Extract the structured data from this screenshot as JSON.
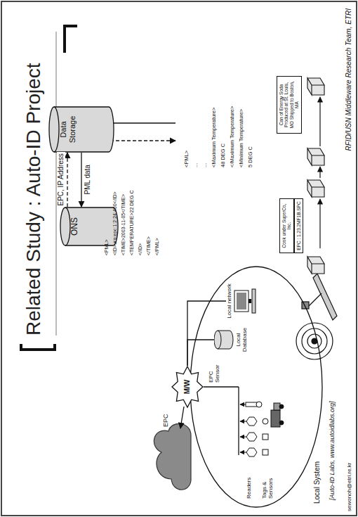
{
  "diagram": {
    "title": "Related Study : Auto-ID Project",
    "nodes": [
      {
        "text": [
          "ONS"
        ]
      },
      {
        "text": [
          "Data Storage"
        ]
      },
      {
        "text": [
          "Local System"
        ]
      },
      {
        "text": [
          "M/W"
        ],
        "in": 2
      },
      {
        "text": [
          "Local Database"
        ],
        "in": 2
      },
      {
        "text": [
          "Local network"
        ],
        "in": 2
      },
      {
        "text": [
          "Cook under SuperCo, Inc."
        ]
      },
      {
        "text": [
          "EPC : 1.23.2MF1B.SPC"
        ]
      },
      {
        "text": [
          "Can of Energy Soda Produced at St. Louis, MO Shipped to Boston, MA"
        ]
      }
    ],
    "edges": [
      {
        "from": 0,
        "to": 1,
        "label": "EPC, IP Address",
        "arrow": "to"
      },
      {
        "from": 1,
        "to": 0,
        "label": "PML data",
        "arrow": "to"
      },
      {
        "from": 3,
        "to": 4,
        "arrow": "none"
      },
      {
        "from": 3,
        "to": 5,
        "arrow": "none"
      }
    ],
    "labels": [
      "EPC",
      "Readers",
      "Tags & Sensors",
      "EPC Sensor",
      "<PML>",
      "<ID>urn:epc:1:2:24:400</ID>",
      "<TIME>2003-11-05</TIME>",
      "<TEMPERATURE>22 DEG C",
      "</ID>",
      "</TIME>",
      "</PML>",
      "<PML>",
      "...",
      "...",
      "<Maximum Temperature>",
      "48 DEG C",
      "</Maximum Temperature>",
      "<Minimum Temperature>",
      "5 DEG C",
      "[Auto-ID Labs, www.autoidlabs.org]",
      "sewonoh@etri.re.kr",
      "RFID/USN Middleware Research Team, ETRI"
    ]
  }
}
